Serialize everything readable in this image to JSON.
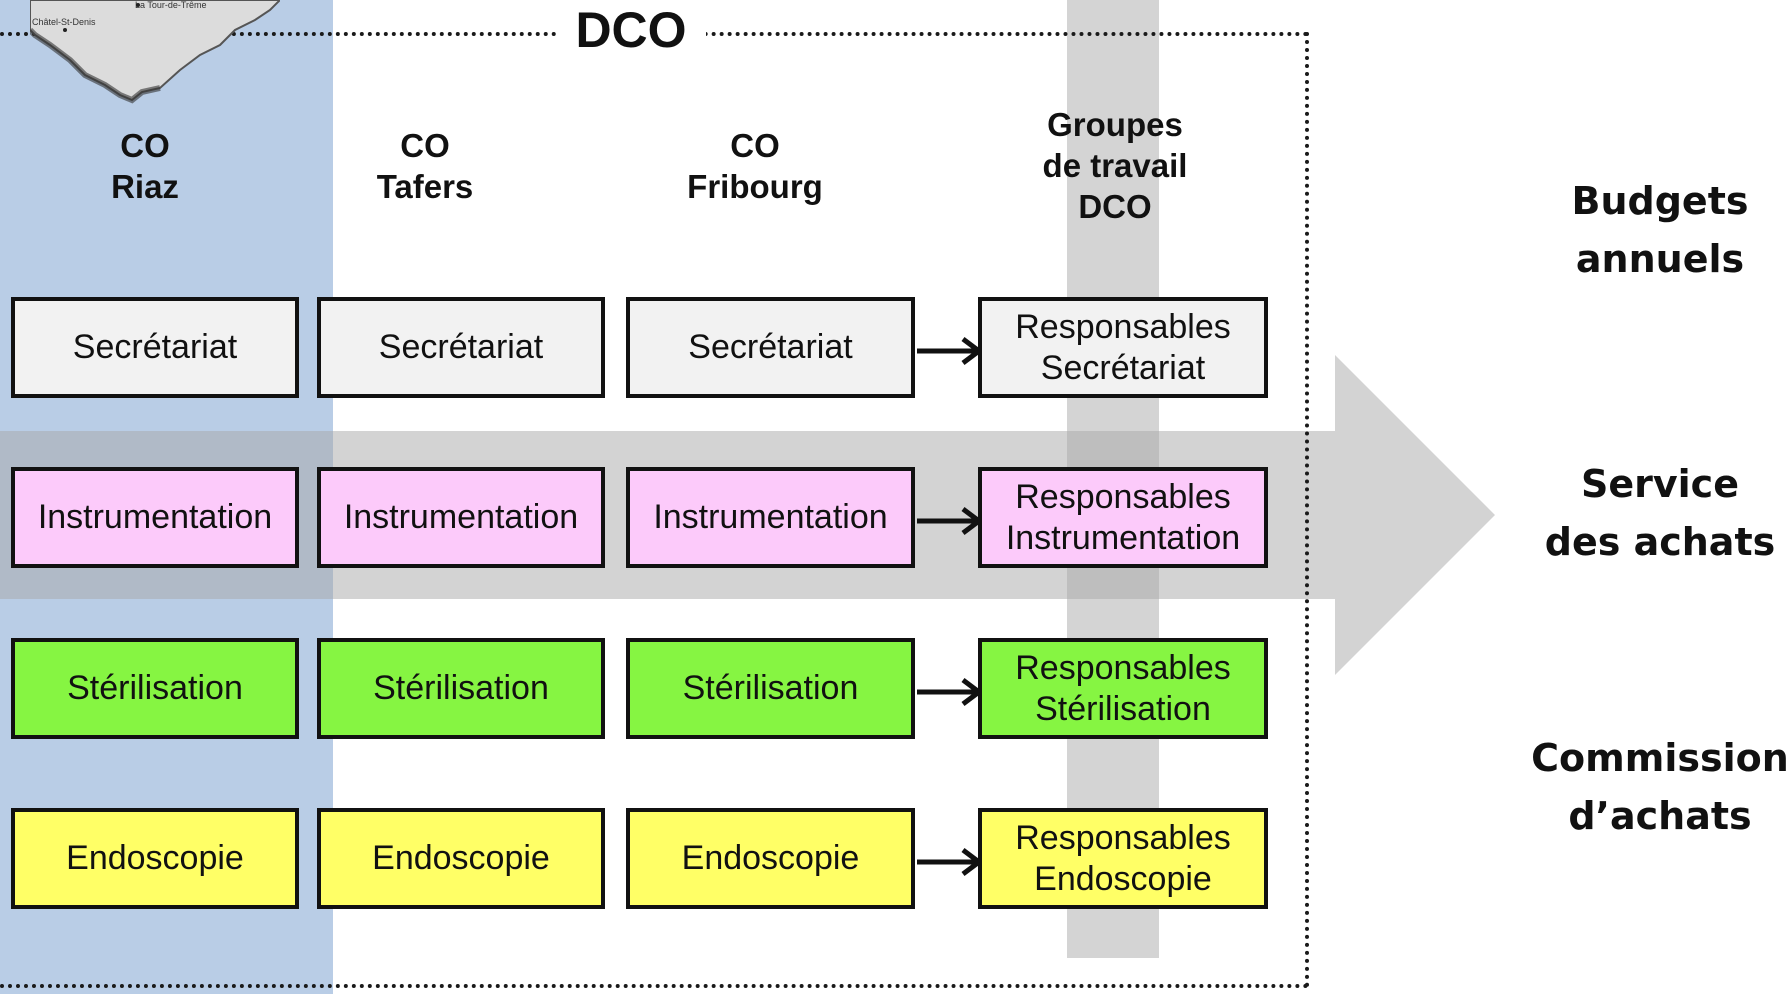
{
  "colors": {
    "blue_column": "#b9cde6",
    "gray_column": "#d4d4d4",
    "secretariat": "#f2f2f2",
    "instrumentation": "#fccafa",
    "sterilisation": "#86f542",
    "endoscopie": "#ffff66",
    "big_arrow": "#a8a8a8"
  },
  "map": {
    "label_top": "La Tour-de-Trême",
    "label_left": "Châtel-St-Denis"
  },
  "dco_title": "DCO",
  "columns": [
    {
      "line1": "CO",
      "line2": "Riaz"
    },
    {
      "line1": "CO",
      "line2": "Tafers"
    },
    {
      "line1": "CO",
      "line2": "Fribourg"
    },
    {
      "line1": "Groupes",
      "line2": "de travail",
      "line3": "DCO"
    }
  ],
  "rows": [
    {
      "name": "Secrétariat",
      "resp_line1": "Responsables",
      "resp_line2": "Secrétariat"
    },
    {
      "name": "Instrumentation",
      "resp_line1": "Responsables",
      "resp_line2": "Instrumentation"
    },
    {
      "name": "Stérilisation",
      "resp_line1": "Responsables",
      "resp_line2": "Stérilisation"
    },
    {
      "name": "Endoscopie",
      "resp_line1": "Responsables",
      "resp_line2": "Endoscopie"
    }
  ],
  "right_labels": [
    {
      "line1": "Budgets",
      "line2": "annuels"
    },
    {
      "line1": "Service",
      "line2": "des achats"
    },
    {
      "line1": "Commission",
      "line2": "d’achats"
    }
  ]
}
